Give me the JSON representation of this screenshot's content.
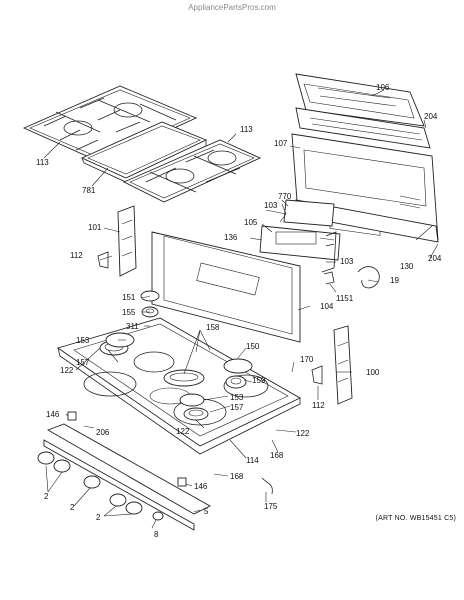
{
  "watermark": "AppliancePartsPros.com",
  "art_number": "(ART NO. WB15451 C5)",
  "callouts": {
    "c106": "106",
    "c204a": "204",
    "c113a": "113",
    "c113b": "113",
    "c107": "107",
    "c781": "781",
    "c770": "770",
    "c103a": "103",
    "c105": "105",
    "c101": "101",
    "c136": "136",
    "c103b": "103",
    "c130": "130",
    "c204b": "204",
    "c112a": "112",
    "c19": "19",
    "c1151": "1151",
    "c151": "151",
    "c155": "155",
    "c104": "104",
    "c311": "311",
    "c158": "158",
    "c153a": "153",
    "c150": "150",
    "c157a": "157",
    "c170": "170",
    "c122a": "122",
    "c159": "159",
    "c100": "100",
    "c153b": "153",
    "c157b": "157",
    "c112b": "112",
    "c146a": "146",
    "c122b": "122",
    "c206": "206",
    "c122c": "122",
    "c168a": "168",
    "c114": "114",
    "c168b": "168",
    "c146b": "146",
    "c175": "175",
    "c2a": "2",
    "c2b": "2",
    "c2c": "2",
    "c8": "8",
    "c5": "5"
  }
}
